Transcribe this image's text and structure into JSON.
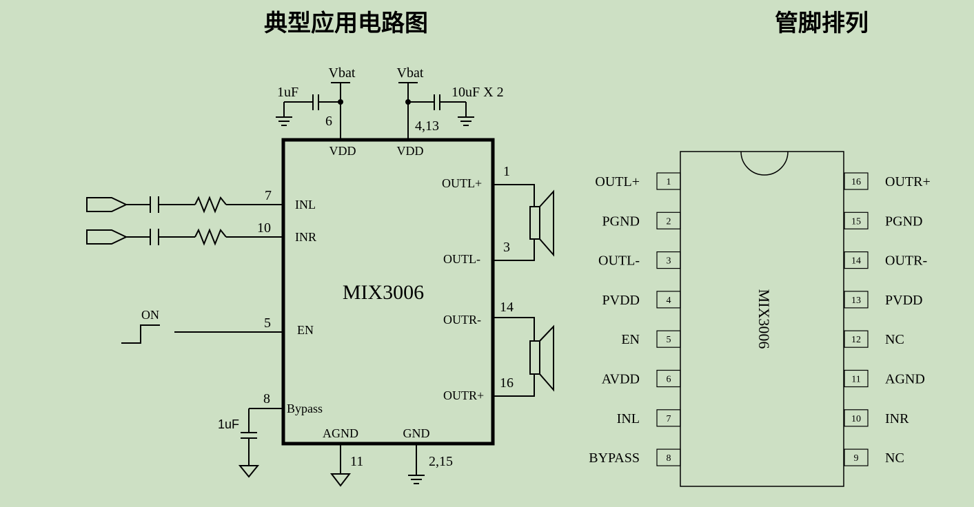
{
  "titles": {
    "circuit": "典型应用电路图",
    "pinout": "管脚排列"
  },
  "circuit": {
    "chip_name": "MIX3006",
    "supply": {
      "vbat_left": "Vbat",
      "vbat_right": "Vbat",
      "cap_left": "1uF",
      "cap_right": "10uF X 2",
      "pin_left": "6",
      "pin_right": "4,13",
      "vdd_left": "VDD",
      "vdd_right": "VDD"
    },
    "inputs": {
      "inl_pin": "7",
      "inl_label": "INL",
      "inr_pin": "10",
      "inr_label": "INR"
    },
    "enable": {
      "signal": "ON",
      "pin": "5",
      "label": "EN"
    },
    "bypass": {
      "pin": "8",
      "label": "Bypass",
      "cap": "1uF"
    },
    "grounds": {
      "agnd_label": "AGND",
      "agnd_pin": "11",
      "gnd_label": "GND",
      "gnd_pin": "2,15"
    },
    "outputs": {
      "outl_plus": "OUTL+",
      "outl_plus_pin": "1",
      "outl_minus": "OUTL-",
      "outl_minus_pin": "3",
      "outr_minus": "OUTR-",
      "outr_minus_pin": "14",
      "outr_plus": "OUTR+",
      "outr_plus_pin": "16"
    }
  },
  "pinout": {
    "chip_name": "MIX3006",
    "left": [
      {
        "num": "1",
        "name": "OUTL+"
      },
      {
        "num": "2",
        "name": "PGND"
      },
      {
        "num": "3",
        "name": "OUTL-"
      },
      {
        "num": "4",
        "name": "PVDD"
      },
      {
        "num": "5",
        "name": "EN"
      },
      {
        "num": "6",
        "name": "AVDD"
      },
      {
        "num": "7",
        "name": "INL"
      },
      {
        "num": "8",
        "name": "BYPASS"
      }
    ],
    "right": [
      {
        "num": "16",
        "name": "OUTR+"
      },
      {
        "num": "15",
        "name": "PGND"
      },
      {
        "num": "14",
        "name": "OUTR-"
      },
      {
        "num": "13",
        "name": "PVDD"
      },
      {
        "num": "12",
        "name": "NC"
      },
      {
        "num": "11",
        "name": "AGND"
      },
      {
        "num": "10",
        "name": "INR"
      },
      {
        "num": "9",
        "name": "NC"
      }
    ]
  }
}
